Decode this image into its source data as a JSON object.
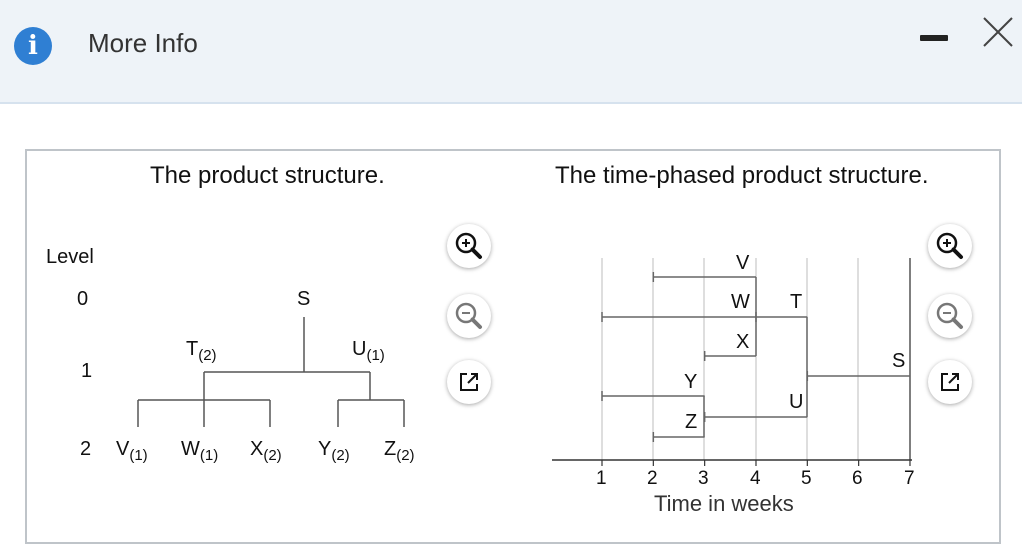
{
  "dialog": {
    "title": "More Info",
    "info_icon": "info-icon",
    "minimize_icon": "minimize-icon",
    "close_icon": "close-icon"
  },
  "product_structure": {
    "caption": "The product structure.",
    "level_header": "Level",
    "levels": [
      "0",
      "1",
      "2"
    ],
    "root": "S",
    "level1": [
      {
        "name": "T",
        "qty": "(2)"
      },
      {
        "name": "U",
        "qty": "(1)"
      }
    ],
    "level2": [
      {
        "name": "V",
        "qty": "(1)"
      },
      {
        "name": "W",
        "qty": "(1)"
      },
      {
        "name": "X",
        "qty": "(2)"
      },
      {
        "name": "Y",
        "qty": "(2)"
      },
      {
        "name": "Z",
        "qty": "(2)"
      }
    ]
  },
  "time_phased": {
    "caption": "The time-phased product structure.",
    "x_label": "Time in weeks",
    "ticks": [
      "1",
      "2",
      "3",
      "4",
      "5",
      "6",
      "7"
    ],
    "items": [
      {
        "name": "V",
        "start": 2,
        "end": 4
      },
      {
        "name": "W",
        "start": 1,
        "end": 4
      },
      {
        "name": "T",
        "start": 4,
        "end": 5
      },
      {
        "name": "X",
        "start": 3,
        "end": 4
      },
      {
        "name": "S",
        "start": 5,
        "end": 7
      },
      {
        "name": "Y",
        "start": 1,
        "end": 3
      },
      {
        "name": "U",
        "start": 3,
        "end": 5
      },
      {
        "name": "Z",
        "start": 2,
        "end": 3
      }
    ]
  },
  "tools": {
    "zoom_in": "zoom-in-icon",
    "zoom_out": "zoom-out-icon",
    "popout": "popout-icon"
  }
}
